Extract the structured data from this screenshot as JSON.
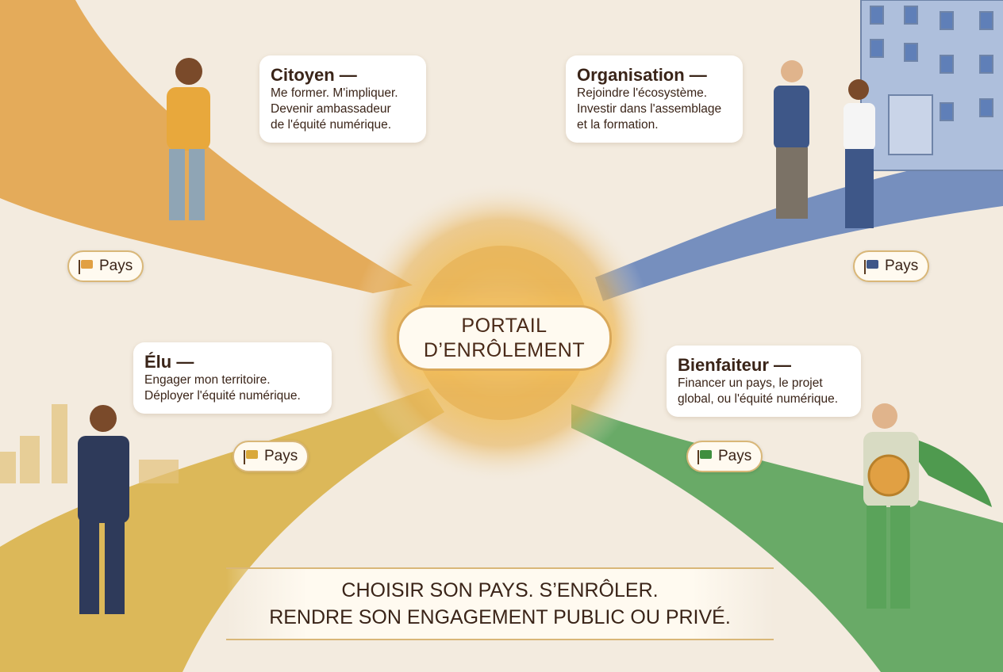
{
  "portal": {
    "line1": "PORTAIL",
    "line2": "D’ENRÔLEMENT"
  },
  "roles": [
    {
      "title": "Citoyen —",
      "lines": [
        "Me former. M'impliquer.",
        "Devenir ambassadeur",
        "de l'équité numérique."
      ],
      "color": "#e1a043"
    },
    {
      "title": "Organisation —",
      "lines": [
        "Rejoindre l'écosystème.",
        "Investir dans l'assemblage",
        "et la formation."
      ],
      "color": "#5f7fb8"
    },
    {
      "title": "Élu —",
      "lines": [
        "Engager mon territoire.",
        "Déployer l'équité numérique."
      ],
      "color": "#d9b24a"
    },
    {
      "title": "Bienfaiteur —",
      "lines": [
        "Financer un pays, le projet",
        "global, ou l'équité numérique."
      ],
      "color": "#5aa35a"
    }
  ],
  "pays_label": "Pays",
  "banner": {
    "line1": "CHOISIR SON PAYS. S’ENRÔLER.",
    "line2": "RENDRE SON ENGAGEMENT PUBLIC OU PRIVÉ."
  }
}
